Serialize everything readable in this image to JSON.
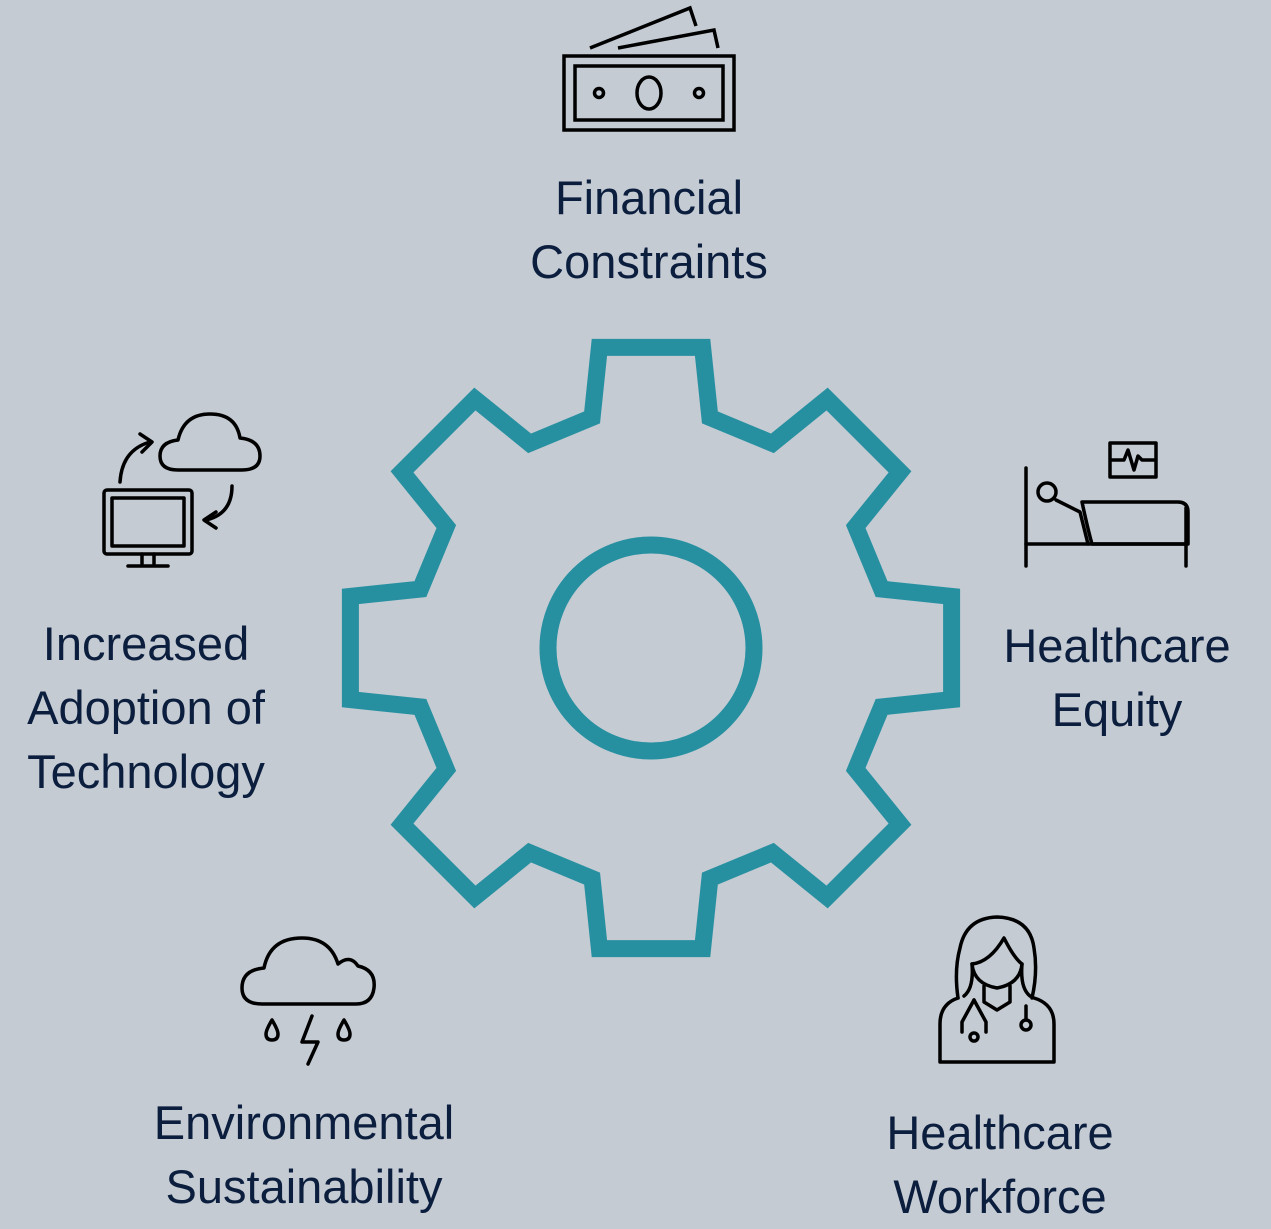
{
  "accent_color": "#2690a1",
  "background_color": "#c4cbd3",
  "text_color": "#0c1e3e",
  "center": {
    "icon": "gear-icon"
  },
  "factors": [
    {
      "icon": "money-icon",
      "lines": [
        "Financial",
        "Constraints"
      ]
    },
    {
      "icon": "hospital-bed-icon",
      "lines": [
        "Healthcare",
        "Equity"
      ]
    },
    {
      "icon": "healthcare-worker-icon",
      "lines": [
        "Healthcare",
        "Workforce"
      ]
    },
    {
      "icon": "storm-cloud-icon",
      "lines": [
        "Environmental",
        "Sustainability"
      ]
    },
    {
      "icon": "computer-cloud-sync-icon",
      "lines": [
        "Increased",
        "Adoption of",
        "Technology"
      ]
    }
  ]
}
